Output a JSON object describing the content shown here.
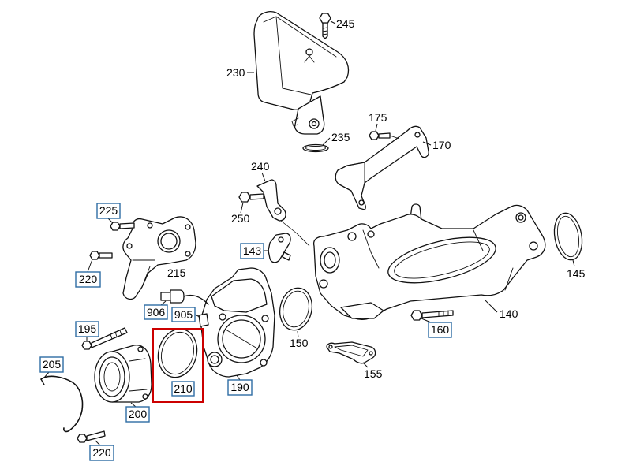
{
  "diagram": {
    "colors": {
      "line": "#111111",
      "link_box": "#2e6da4",
      "selection": "#cc0000",
      "background": "#ffffff"
    },
    "callouts": {
      "c245": {
        "label": "245",
        "linked": false
      },
      "c230": {
        "label": "230",
        "linked": false
      },
      "c235": {
        "label": "235",
        "linked": false
      },
      "c175": {
        "label": "175",
        "linked": false
      },
      "c170": {
        "label": "170",
        "linked": false
      },
      "c240": {
        "label": "240",
        "linked": false
      },
      "c250": {
        "label": "250",
        "linked": false
      },
      "c225": {
        "label": "225",
        "linked": true
      },
      "c220_left": {
        "label": "220",
        "linked": true
      },
      "c215": {
        "label": "215",
        "linked": false
      },
      "c143": {
        "label": "143",
        "linked": true
      },
      "c145": {
        "label": "145",
        "linked": false
      },
      "c140": {
        "label": "140",
        "linked": false
      },
      "c160": {
        "label": "160",
        "linked": true
      },
      "c150": {
        "label": "150",
        "linked": false
      },
      "c155": {
        "label": "155",
        "linked": false
      },
      "c195": {
        "label": "195",
        "linked": true
      },
      "c906": {
        "label": "906",
        "linked": true
      },
      "c905": {
        "label": "905",
        "linked": true
      },
      "c210": {
        "label": "210",
        "linked": true,
        "selected": true
      },
      "c190": {
        "label": "190",
        "linked": true
      },
      "c205": {
        "label": "205",
        "linked": true
      },
      "c200": {
        "label": "200",
        "linked": true
      },
      "c220_bottom": {
        "label": "220",
        "linked": true
      }
    }
  }
}
